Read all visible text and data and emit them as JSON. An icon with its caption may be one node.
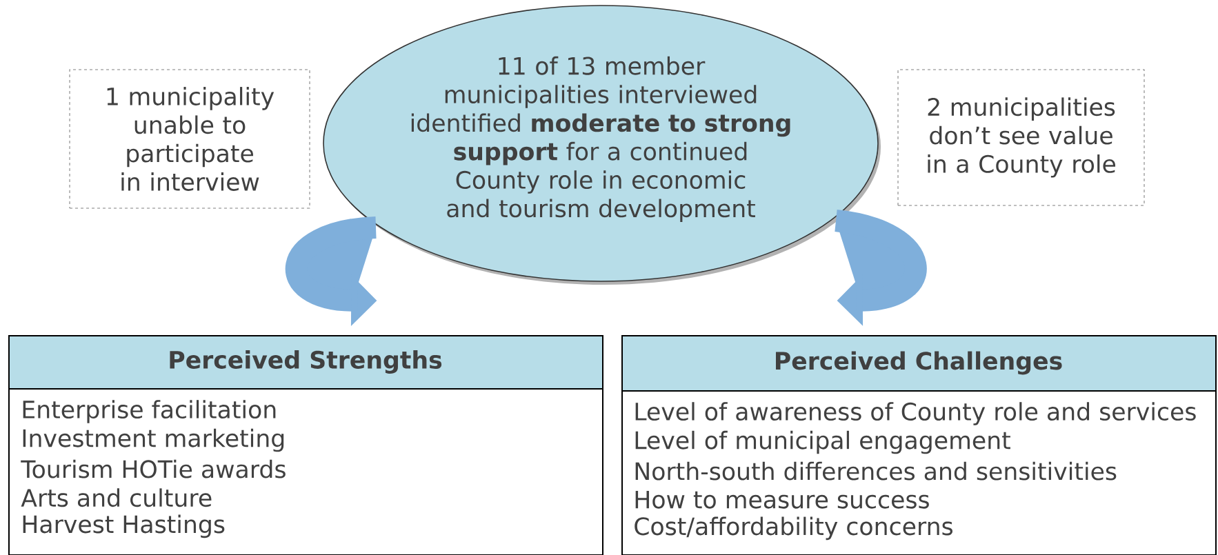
{
  "diagram": {
    "nodes": [
      {
        "text": [
          "1 municipality unable to participate in interview"
        ]
      },
      {
        "text": [
          "11 of 13 member municipalities interviewed",
          "identified **moderate to strong support** for a continued County role in economic and tourism development"
        ]
      },
      {
        "text": [
          "2 municipalities don’t see value in a County role"
        ]
      },
      {
        "text": [
          "Perceived Strengths",
          "Enterprise facilitation",
          "Investment marketing",
          "Tourism HOTie awards",
          "Arts and culture",
          "Harvest Hastings"
        ]
      },
      {
        "text": [
          "Perceived Challenges",
          "Level of awareness of County role and services",
          "Level of municipal engagement",
          "North-south differences and sensitivities",
          "How to measure success",
          "Cost/affordability concerns"
        ]
      }
    ],
    "edges": [
      {
        "from": 1,
        "to": 3,
        "arrow": "to"
      },
      {
        "from": 1,
        "to": 4,
        "arrow": "to"
      }
    ]
  }
}
